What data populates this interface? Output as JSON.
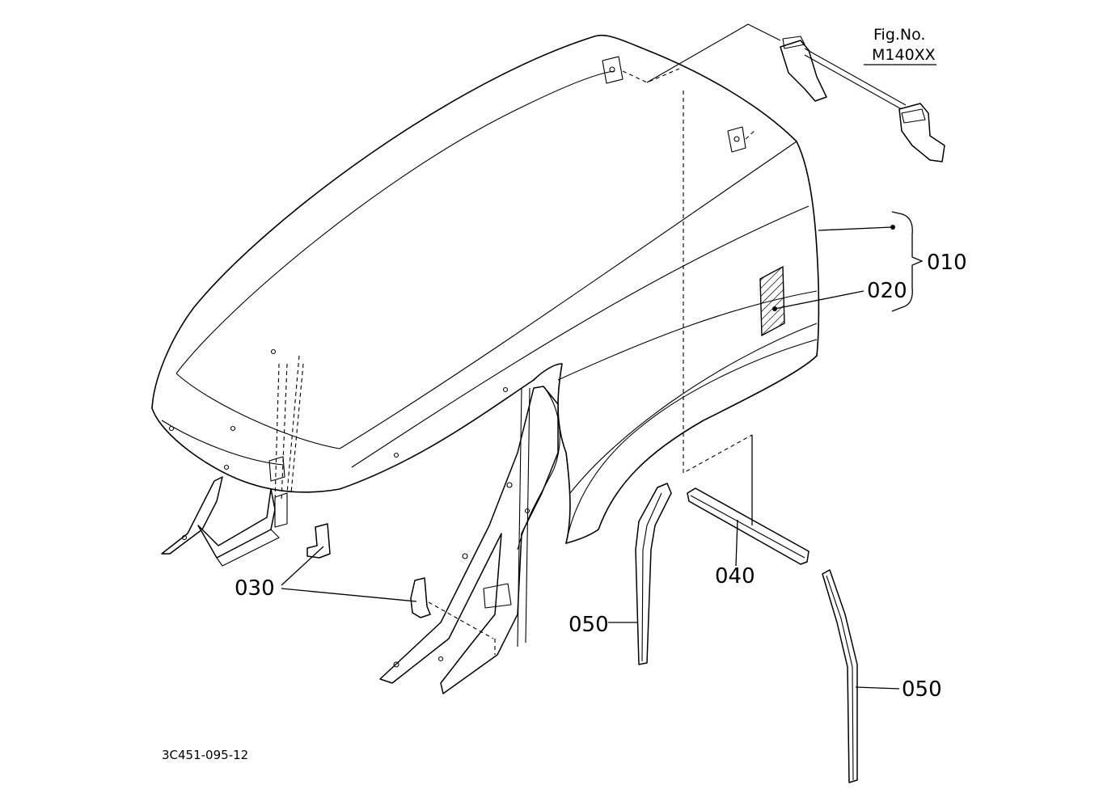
{
  "figure": {
    "ref_label": "Fig.No.",
    "ref_number": "M140XX",
    "drawing_code": "3C451-095-12"
  },
  "callouts": {
    "c010": "010",
    "c020": "020",
    "c030": "030",
    "c040": "040",
    "c050a": "050",
    "c050b": "050"
  }
}
